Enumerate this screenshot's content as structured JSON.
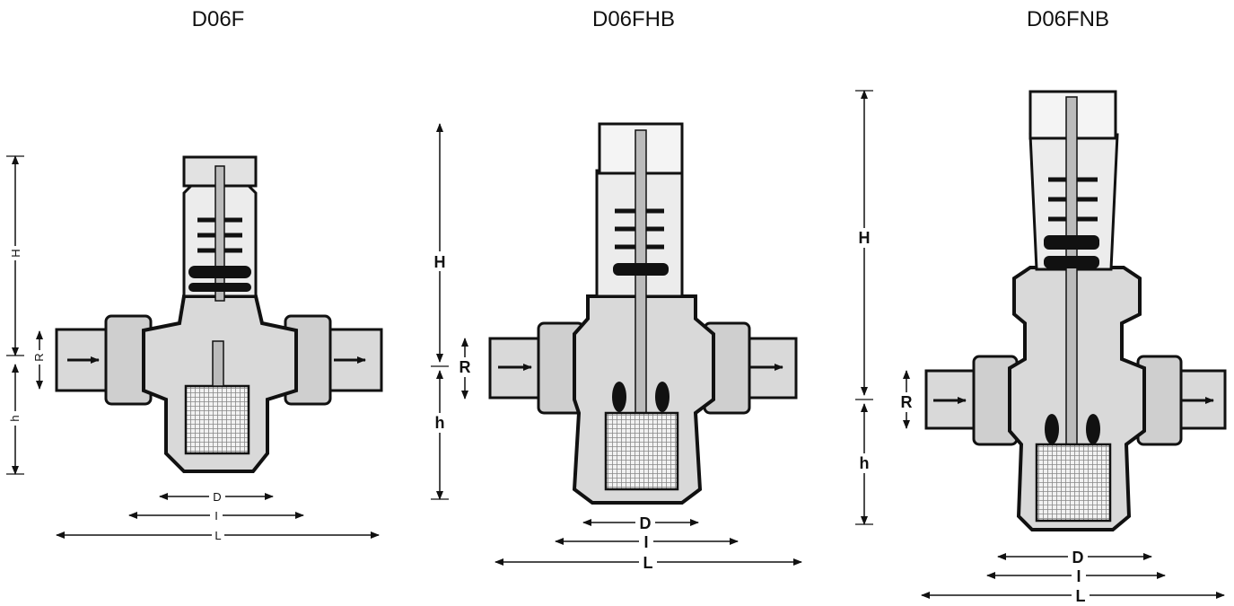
{
  "titles": [
    "D06F",
    "D06FHB",
    "D06FNB"
  ],
  "valves": [
    {
      "labels": {
        "H": "H",
        "h": "h",
        "R": "R",
        "D": "D",
        "I": "I",
        "L": "L"
      }
    },
    {
      "labels": {
        "H": "H",
        "h": "h",
        "R": "R",
        "D": "D",
        "I": "I",
        "L": "L"
      }
    },
    {
      "labels": {
        "H": "H",
        "h": "h",
        "R": "R",
        "D": "D",
        "I": "I",
        "L": "L"
      }
    }
  ],
  "colors": {
    "ink": "#111111",
    "metal": "#d9d9d9",
    "seal": "#111111"
  }
}
